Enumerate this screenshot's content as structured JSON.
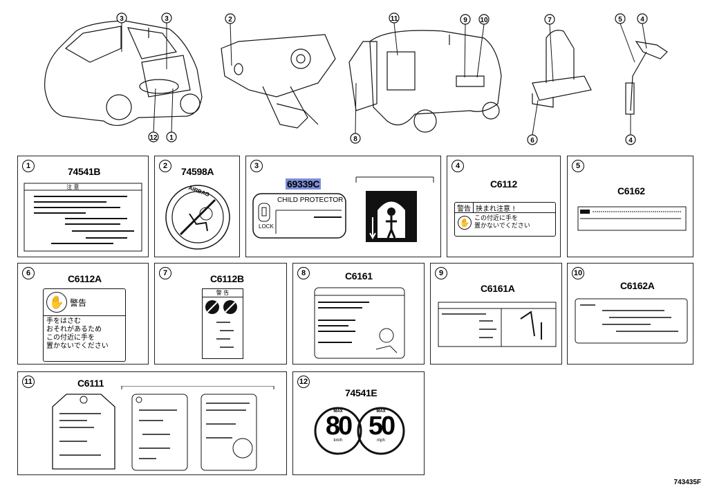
{
  "diagram_ref": "743435F",
  "callouts_top": [
    "3",
    "3",
    "2",
    "11",
    "9",
    "10",
    "7",
    "5",
    "4",
    "12",
    "1",
    "8",
    "6",
    "4"
  ],
  "panels": [
    {
      "num": "1",
      "code": "74541B",
      "label_heading": "注 意"
    },
    {
      "num": "2",
      "code": "74598A",
      "ring_text": "AIRBAG"
    },
    {
      "num": "3",
      "code": "69339C",
      "title": "CHILD PROTECTOR",
      "lock": "LOCK"
    },
    {
      "num": "4",
      "code": "C6112",
      "warn1": "警告",
      "warn2": "挟まれ注意 !",
      "body1": "この付近に手を",
      "body2": "置かないでください"
    },
    {
      "num": "5",
      "code": "C6162"
    },
    {
      "num": "6",
      "code": "C6112A",
      "warn": "警告",
      "body1": "手をはさむ",
      "body2": "おそれがあるため",
      "body3": "この付近に手を",
      "body4": "置かないでください"
    },
    {
      "num": "7",
      "code": "C6112B",
      "warn": "警 告"
    },
    {
      "num": "8",
      "code": "C6161"
    },
    {
      "num": "9",
      "code": "C6161A"
    },
    {
      "num": "10",
      "code": "C6162A"
    },
    {
      "num": "11",
      "code": "C6111"
    },
    {
      "num": "12",
      "code": "74541E",
      "speed1": "80",
      "speed2": "50",
      "unit1": "km/h",
      "unit2": "mph",
      "max": "MAX"
    }
  ]
}
